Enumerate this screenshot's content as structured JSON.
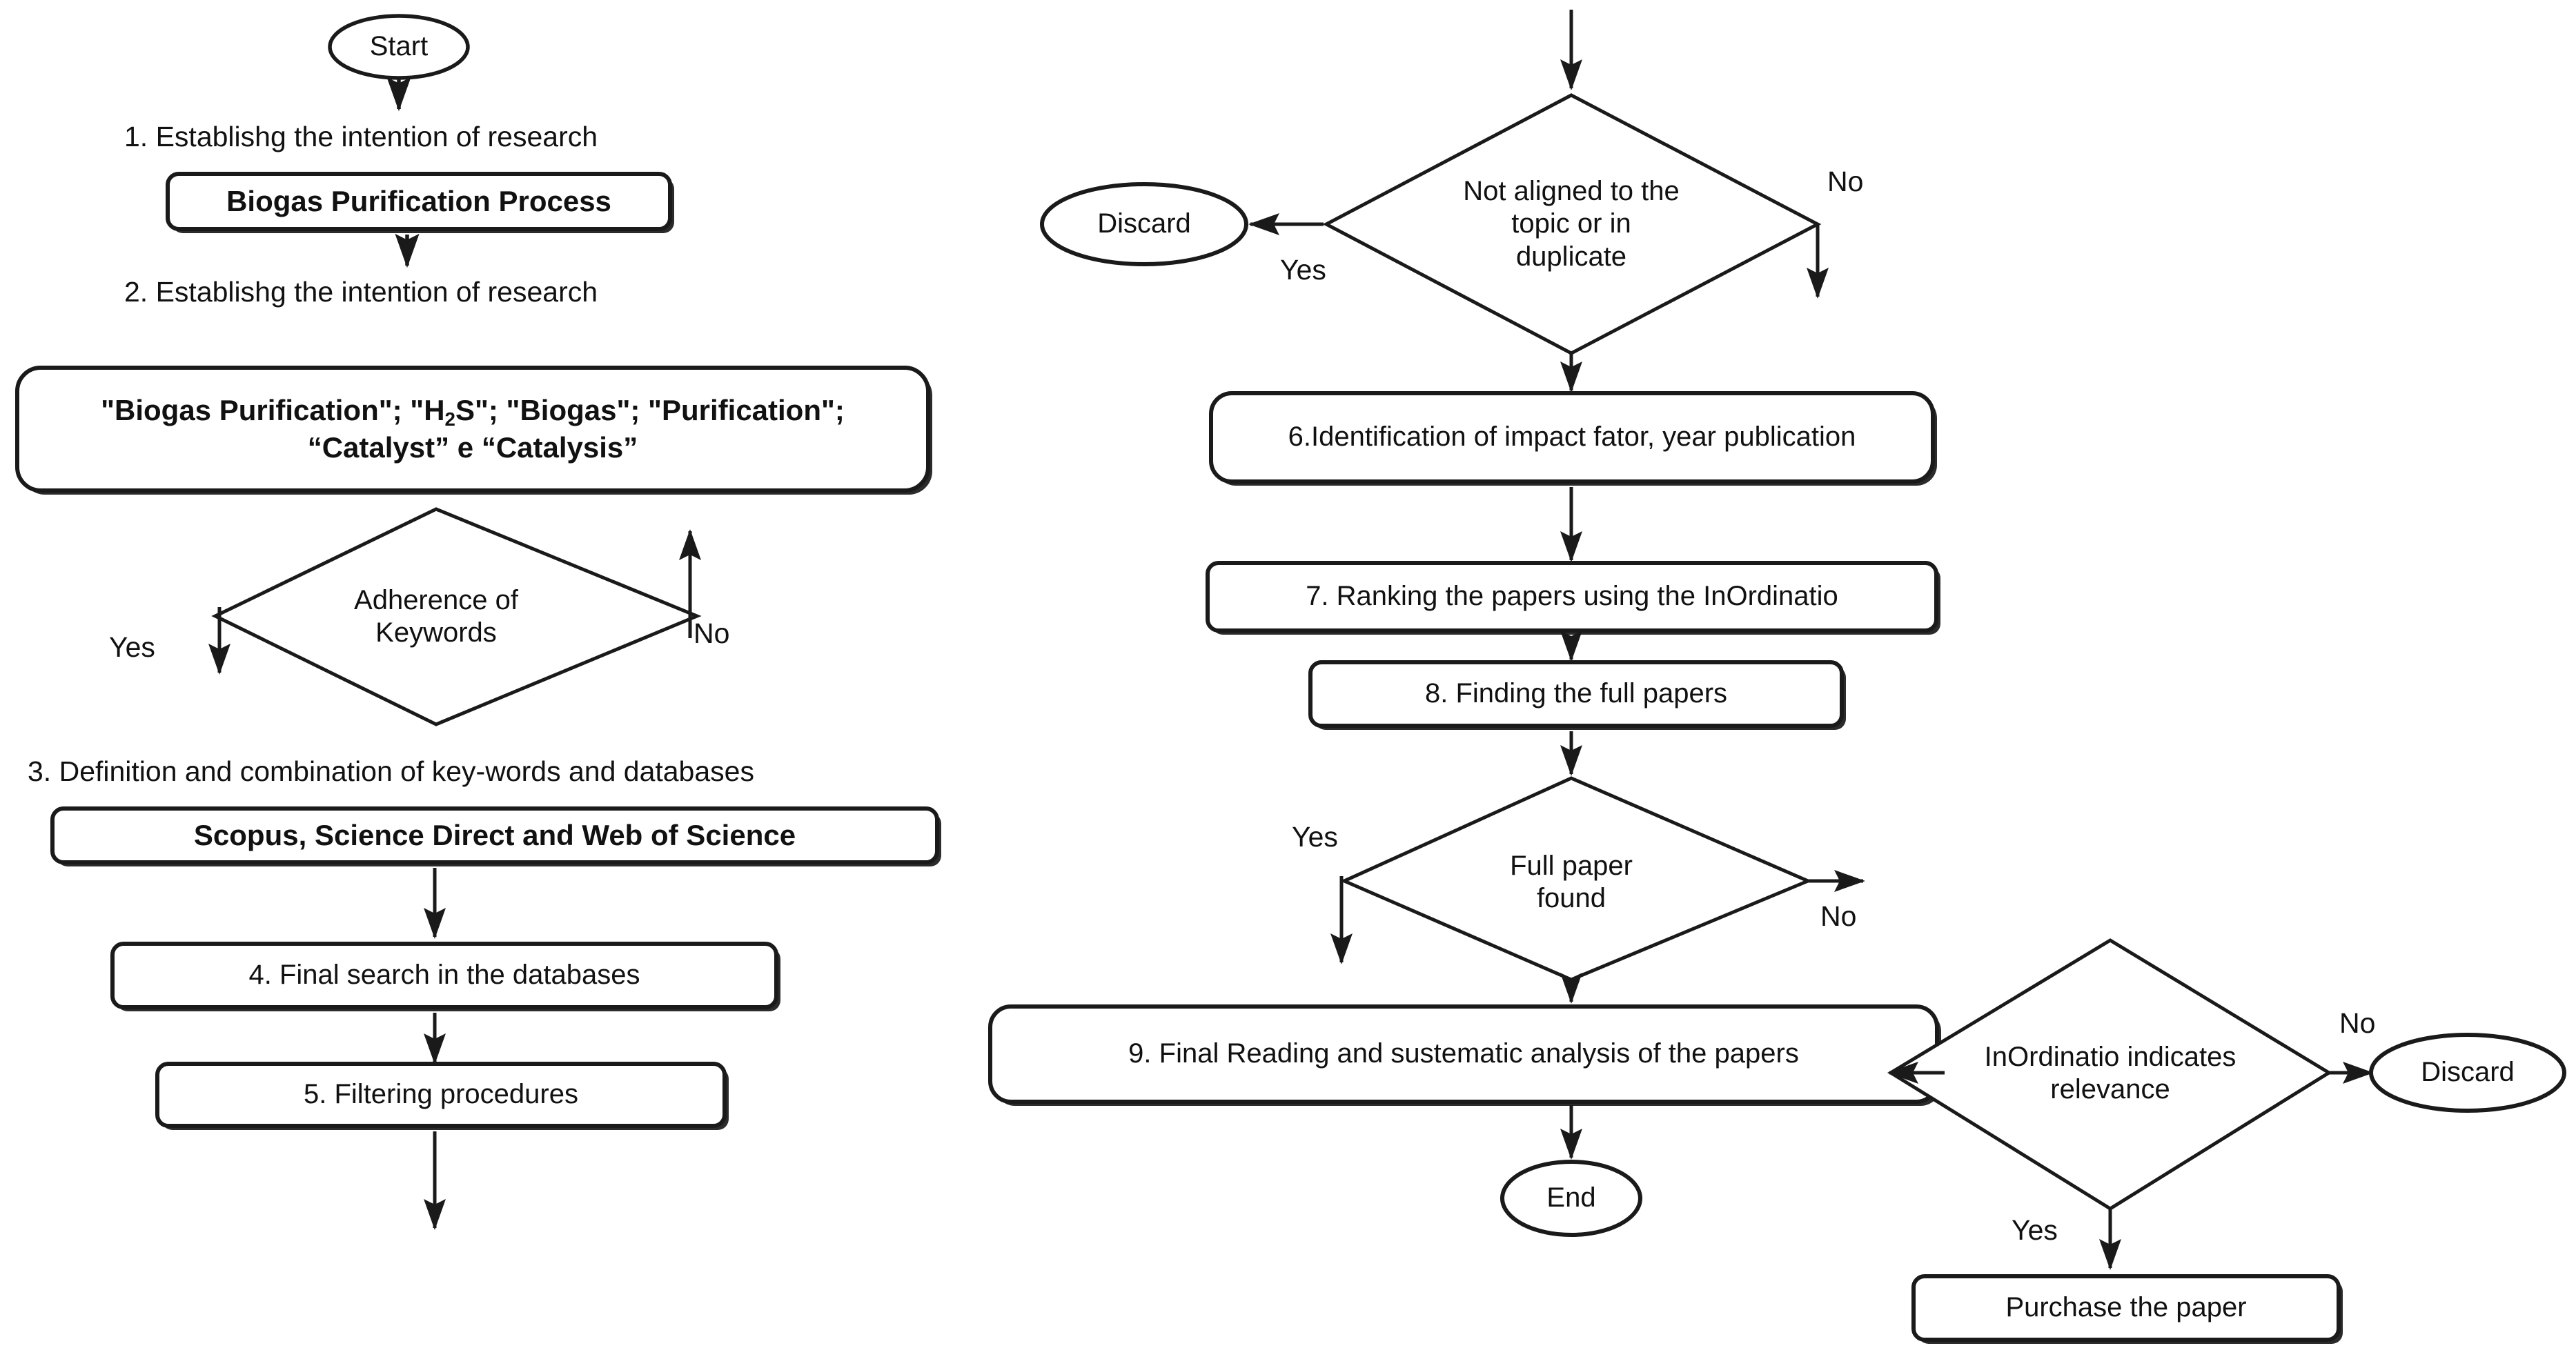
{
  "diagram": {
    "title": "Systematic literature review methodology flowchart",
    "colors": {
      "stroke": "#1a1a1a",
      "fill": "#ffffff",
      "text": "#111111",
      "shadow": "#2b2b2b"
    },
    "terminators": [
      {
        "id": "start",
        "label": "Start"
      },
      {
        "id": "discard-top",
        "label": "Discard"
      },
      {
        "id": "discard-bottom",
        "label": "Discard"
      },
      {
        "id": "end",
        "label": "End"
      }
    ],
    "step_labels": [
      {
        "id": "step-1-label",
        "text": "1. Establishg the intention of research"
      },
      {
        "id": "step-2-label",
        "text": "2. Establishg the intention of research"
      },
      {
        "id": "step-3-label",
        "text": "3. Definition and combination of key-words and databases"
      }
    ],
    "process_boxes": [
      {
        "id": "biogas-purification-process",
        "text": "Biogas Purification Process",
        "bold": true
      },
      {
        "id": "keywords-box-line1",
        "text": "\"Biogas Purification\"; \"H",
        "bold": true
      },
      {
        "id": "keywords-box-line1-sub",
        "text": "2",
        "bold": true
      },
      {
        "id": "keywords-box-line1-rest",
        "text": "S\"; \"Biogas\"; \"Purification\";",
        "bold": true
      },
      {
        "id": "keywords-box-line2",
        "text": "“Catalyst” e “Catalysis”",
        "bold": true
      },
      {
        "id": "databases-box",
        "text": "Scopus, Science Direct and Web of Science",
        "bold": true
      },
      {
        "id": "step-4",
        "text": "4. Final search in the databases",
        "bold": false
      },
      {
        "id": "step-5",
        "text": "5. Filtering procedures",
        "bold": false
      },
      {
        "id": "step-6",
        "text": "6.Identification of impact fator, year publication",
        "bold": false
      },
      {
        "id": "step-7",
        "text": "7. Ranking the papers using the InOrdinatio",
        "bold": false
      },
      {
        "id": "step-8",
        "text": "8. Finding the full papers",
        "bold": false
      },
      {
        "id": "step-9",
        "text": "9. Final Reading and sustematic analysis of the papers",
        "bold": false
      },
      {
        "id": "purchase-paper",
        "text": "Purchase the paper",
        "bold": false
      }
    ],
    "decisions": [
      {
        "id": "adherence-of-keywords",
        "text": "Adherence of\nKeywords"
      },
      {
        "id": "not-aligned-or-duplicate",
        "text": "Not aligned to the\ntopic or in\nduplicate"
      },
      {
        "id": "full-paper-found",
        "text": "Full paper\nfound"
      },
      {
        "id": "inordinatio-indicates-relevance",
        "text": "InOrdinatio indicates\nrelevance"
      }
    ],
    "edge_labels": [
      {
        "id": "adherence-yes",
        "text": "Yes"
      },
      {
        "id": "adherence-no",
        "text": "No"
      },
      {
        "id": "not-aligned-yes",
        "text": "Yes"
      },
      {
        "id": "not-aligned-no",
        "text": "No"
      },
      {
        "id": "full-paper-yes",
        "text": "Yes"
      },
      {
        "id": "full-paper-no",
        "text": "No"
      },
      {
        "id": "inordinatio-yes",
        "text": "Yes"
      },
      {
        "id": "inordinatio-no",
        "text": "No"
      }
    ]
  }
}
